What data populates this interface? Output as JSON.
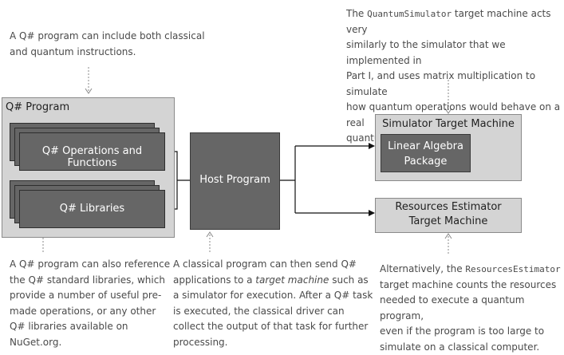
{
  "notes": {
    "top_left": {
      "line1": "A Q# program can include both classical",
      "line2": "and quantum instructions."
    },
    "top_right": {
      "pre": "The ",
      "code": "QuantumSimulator",
      "line1_post": " target machine acts very",
      "line2": "similarly to the simulator that we implemented in",
      "line3": "Part I, and uses matrix multiplication to simulate",
      "line4": "how quantum operations would behave on a real",
      "line5": "quantum system."
    },
    "bottom_left": {
      "line1": "A Q# program can also reference",
      "line2": "the Q# standard libraries, which",
      "line3": "provide a number of useful pre-",
      "line4": "made operations, or any other",
      "line5": "Q# libraries available on",
      "line6": "NuGet.org."
    },
    "bottom_middle": {
      "line1": "A classical program can then send Q#",
      "line2_pre": "applications to a ",
      "line2_em": "target machine",
      "line2_post": " such as",
      "line3": "a simulator for execution. After a Q# task",
      "line4": "is executed, the classical driver can",
      "line5": "collect the output of that task for further",
      "line6": "processing."
    },
    "bottom_right": {
      "line1_pre": "Alternatively, the ",
      "line1_code": "ResourcesEstimator",
      "line2": "target machine counts the resources",
      "line3": "needed to execute a quantum program,",
      "line4": "even if the program is too large to",
      "line5": "simulate on a classical computer."
    }
  },
  "boxes": {
    "qsharp_program": "Q# Program",
    "operations": "Q# Operations and Functions",
    "libraries": "Q# Libraries",
    "host_program": "Host Program",
    "simulator": "Simulator Target Machine",
    "linear_algebra_line1": "Linear Algebra",
    "linear_algebra_line2": "Package",
    "resources_line1": "Resources Estimator",
    "resources_line2": "Target Machine"
  }
}
